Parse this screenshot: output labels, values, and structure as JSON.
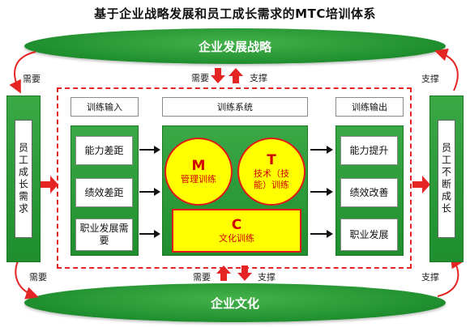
{
  "title": "基于企业战略发展和员工成长需求的MTC培训体系",
  "top_ellipse": "企业发展战略",
  "bottom_ellipse": "企业文化",
  "labels": {
    "need": "需要",
    "support": "支撑"
  },
  "left_column": "员工成长需求",
  "right_column": "员工不断成长",
  "input": {
    "header": "训练输入",
    "items": [
      "能力差距",
      "绩效差距",
      "职业发展需要"
    ]
  },
  "system": {
    "header": "训练系统",
    "m_letter": "M",
    "m_text": "管理训练",
    "t_letter": "T",
    "t_text": "技术（技能）训练",
    "c_letter": "C",
    "c_text": "文化训练"
  },
  "output": {
    "header": "训练输出",
    "items": [
      "能力提升",
      "绩效改善",
      "职业发展"
    ]
  },
  "colors": {
    "green": "#1f8e2e",
    "red": "#e52424",
    "yellow": "#ffff00"
  }
}
